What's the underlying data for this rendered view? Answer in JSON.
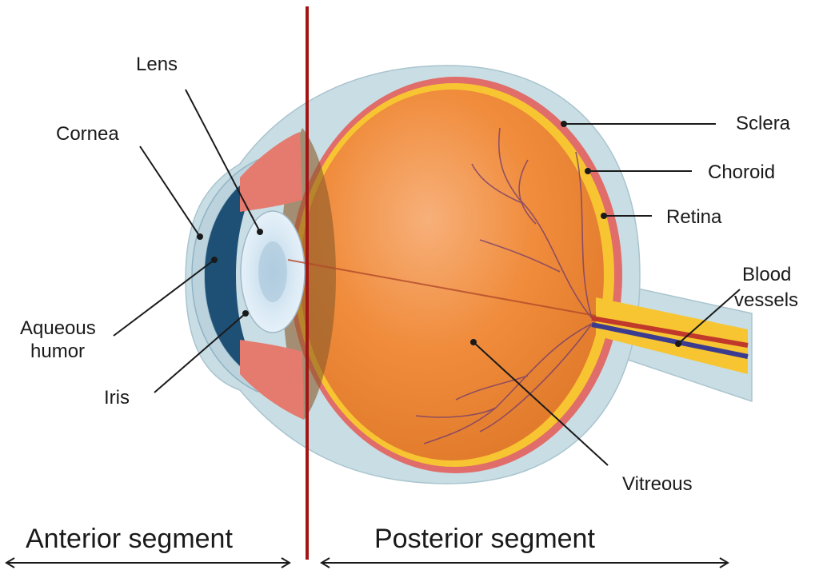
{
  "labels": {
    "lens": "Lens",
    "cornea": "Cornea",
    "aqueous_line1": "Aqueous",
    "aqueous_line2": "humor",
    "iris": "Iris",
    "sclera": "Sclera",
    "choroid": "Choroid",
    "retina": "Retina",
    "blood_line1": "Blood",
    "blood_line2": "vessels",
    "vitreous": "Vitreous"
  },
  "segments": {
    "anterior": "Anterior segment",
    "posterior": "Posterior segment"
  },
  "colors": {
    "sclera": "#c9dde4",
    "choroid": "#e06d6a",
    "retina": "#f7c531",
    "vitreous": "#f08c3c",
    "divider": "#a31515",
    "vessel_red": "#c0392b",
    "vessel_blue": "#3b3b8f",
    "aqueous": "#1e4f74",
    "lens": "#d4e6f1"
  }
}
